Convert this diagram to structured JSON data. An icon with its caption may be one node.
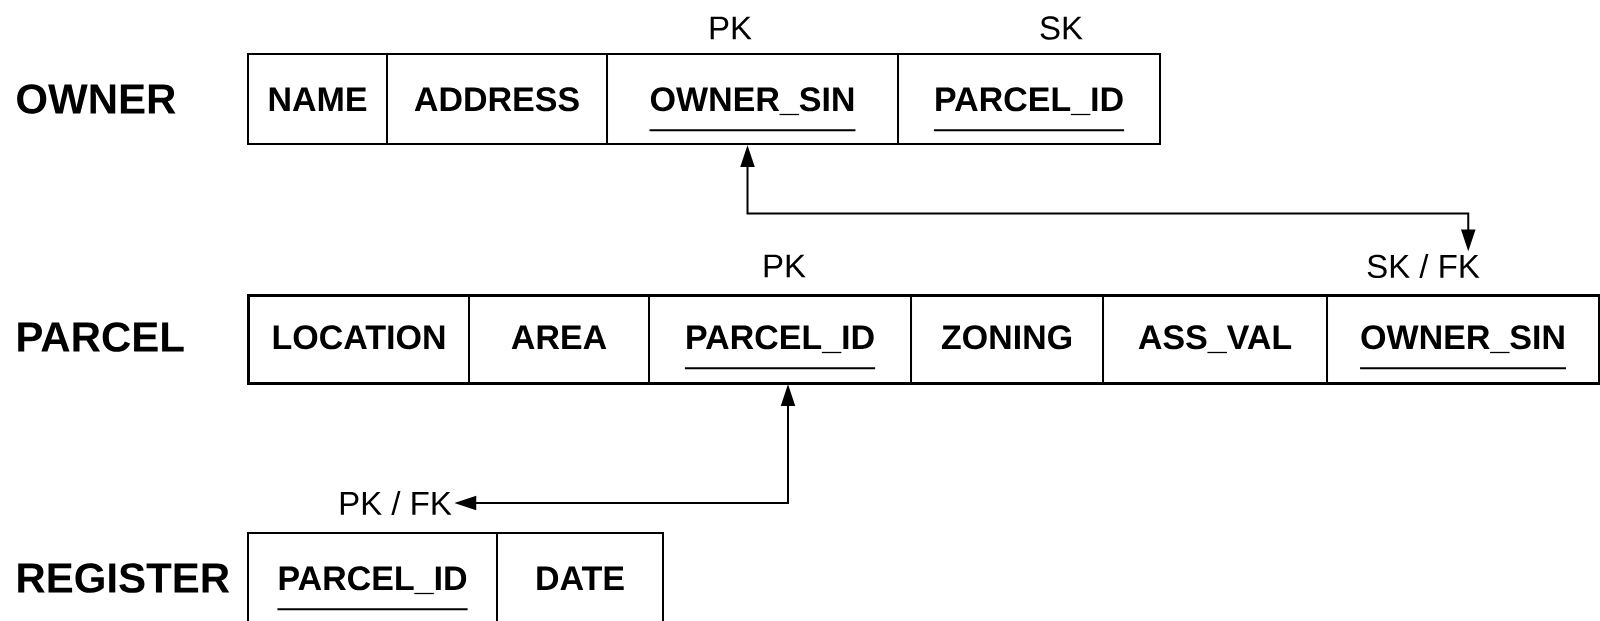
{
  "diagram": {
    "nodes": [
      {
        "text": [
          "OWNER"
        ]
      },
      {
        "text": [
          "NAME"
        ],
        "in": 0
      },
      {
        "text": [
          "ADDRESS"
        ],
        "in": 0
      },
      {
        "text": [
          "OWNER_SIN"
        ],
        "in": 0,
        "beside": [
          "PK"
        ]
      },
      {
        "text": [
          "PARCEL_ID"
        ],
        "in": 0,
        "beside": [
          "SK"
        ]
      },
      {
        "text": [
          "PARCEL"
        ]
      },
      {
        "text": [
          "LOCATION"
        ],
        "in": 5
      },
      {
        "text": [
          "AREA"
        ],
        "in": 5
      },
      {
        "text": [
          "PARCEL_ID"
        ],
        "in": 5,
        "beside": [
          "PK"
        ]
      },
      {
        "text": [
          "ZONING"
        ],
        "in": 5
      },
      {
        "text": [
          "ASS_VAL"
        ],
        "in": 5
      },
      {
        "text": [
          "OWNER_SIN"
        ],
        "in": 5,
        "beside": [
          "SK / FK"
        ]
      },
      {
        "text": [
          "REGISTER"
        ]
      },
      {
        "text": [
          "PARCEL_ID"
        ],
        "in": 12,
        "beside": [
          "PK / FK"
        ]
      },
      {
        "text": [
          "DATE"
        ],
        "in": 12
      }
    ],
    "edges": [
      {
        "from": 3,
        "to": 11,
        "arrow": "both"
      },
      {
        "from": 8,
        "to": 13,
        "arrow": "both"
      }
    ]
  }
}
